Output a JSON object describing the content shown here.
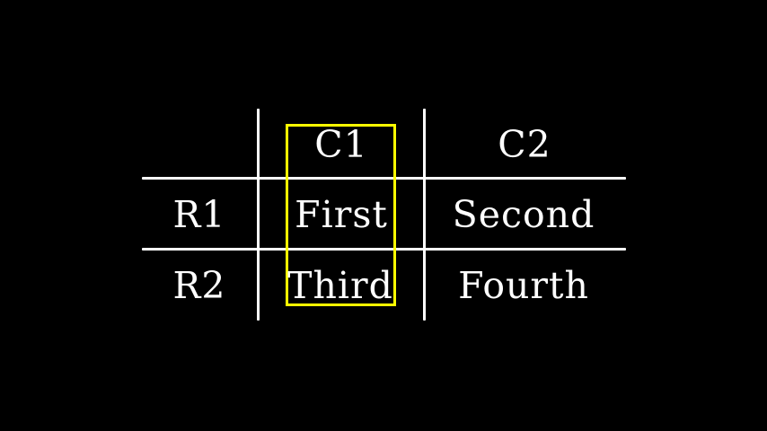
{
  "colors": {
    "background": "#000000",
    "grid": "#ffffff",
    "text": "#ffffff",
    "highlight": "#ffff00"
  },
  "chart_data": {
    "type": "table",
    "title": "",
    "col_labels": [
      "C1",
      "C2"
    ],
    "row_labels": [
      "R1",
      "R2"
    ],
    "rows": [
      [
        "First",
        "Second"
      ],
      [
        "Third",
        "Fourth"
      ]
    ],
    "highlight": {
      "target": "column C1",
      "cells_enclosed": [
        "C1",
        "First",
        "Third"
      ],
      "color": "#ffff00"
    },
    "layout_hints": {
      "background": "black",
      "grid_lines": "partial (header separator, row separator, two column separators)",
      "style": "manim-like rendered table, white serif text"
    }
  }
}
